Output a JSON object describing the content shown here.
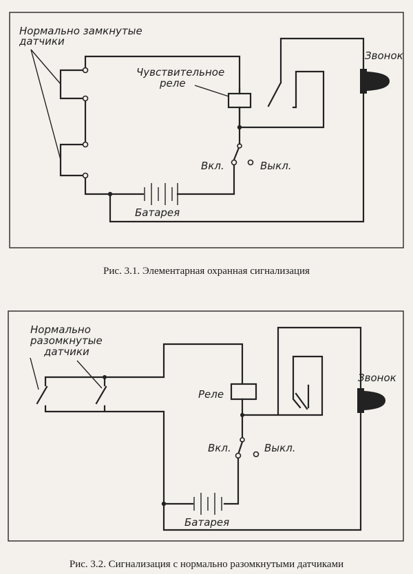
{
  "figure1": {
    "labels": {
      "sensors": [
        "Нормально замкнутые",
        "датчики"
      ],
      "relay": [
        "Чувствительное",
        "реле"
      ],
      "bell": "Звонок",
      "on": "Вкл.",
      "off": "Выкл.",
      "battery": "Батарея"
    },
    "caption": "Рис. 3.1. Элементарная охранная сигнализация"
  },
  "figure2": {
    "labels": {
      "sensors": [
        "Нормально",
        "разомкнутые",
        "датчики"
      ],
      "relay": "Реле",
      "bell": "Звонок",
      "on": "Вкл.",
      "off": "Выкл.",
      "battery": "Батарея"
    },
    "caption": "Рис. 3.2. Сигнализация с нормально разомкнутыми датчиками"
  }
}
